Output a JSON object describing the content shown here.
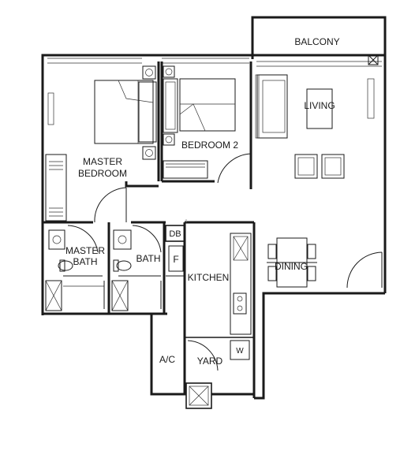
{
  "rooms": {
    "balcony": "BALCONY",
    "living": "LIVING",
    "bedroom2": "BEDROOM 2",
    "master_bedroom_line1": "MASTER",
    "master_bedroom_line2": "BEDROOM",
    "master_bath_line1": "MASTER",
    "master_bath_line2": "BATH",
    "bath": "BATH",
    "db": "DB",
    "fridge": "F",
    "kitchen": "KITCHEN",
    "dining": "DINING",
    "ac": "A/C",
    "yard": "YARD",
    "washer": "W"
  }
}
